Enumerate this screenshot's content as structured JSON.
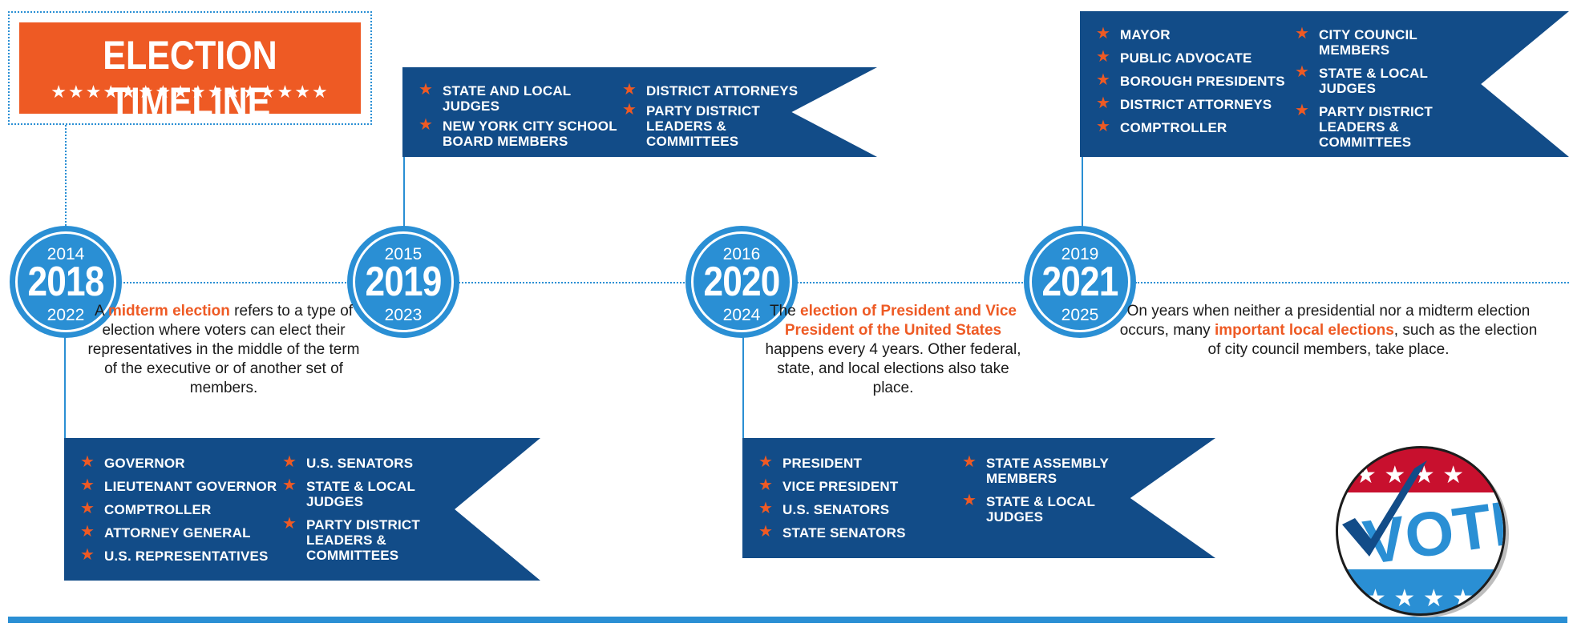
{
  "title": {
    "text": "ELECTION TIMELINE",
    "stars": "★★★★★★★★★★★★★★★★"
  },
  "circles": [
    {
      "top": "2014",
      "main": "2018",
      "bottom": "2022"
    },
    {
      "top": "2015",
      "main": "2019",
      "bottom": "2023"
    },
    {
      "top": "2016",
      "main": "2020",
      "bottom": "2024"
    },
    {
      "top": "2019",
      "main": "2021",
      "bottom": "2025"
    }
  ],
  "banners": {
    "b2018": {
      "col1": [
        "GOVERNOR",
        "LIEUTENANT GOVERNOR",
        "COMPTROLLER",
        "ATTORNEY GENERAL",
        "U.S. REPRESENTATIVES"
      ],
      "col2": [
        "U.S. SENATORS",
        "STATE & LOCAL JUDGES",
        "PARTY DISTRICT LEADERS & COMMITTEES"
      ]
    },
    "b2019": {
      "col1": [
        "STATE AND LOCAL JUDGES",
        "NEW YORK CITY SCHOOL BOARD MEMBERS"
      ],
      "col2": [
        "DISTRICT ATTORNEYS",
        "PARTY DISTRICT LEADERS & COMMITTEES"
      ]
    },
    "b2020": {
      "col1": [
        "PRESIDENT",
        "VICE PRESIDENT",
        "U.S. SENATORS",
        "STATE SENATORS"
      ],
      "col2": [
        "STATE ASSEMBLY MEMBERS",
        "STATE & LOCAL JUDGES"
      ]
    },
    "b2021": {
      "col1": [
        "MAYOR",
        "PUBLIC ADVOCATE",
        "BOROUGH PRESIDENTS",
        "DISTRICT ATTORNEYS",
        "COMPTROLLER"
      ],
      "col2": [
        "CITY COUNCIL MEMBERS",
        "STATE & LOCAL JUDGES",
        "PARTY DISTRICT LEADERS & COMMITTEES"
      ]
    }
  },
  "descriptions": {
    "d2018": {
      "pre": "A ",
      "hl": "midterm election",
      "post": " refers to a type of election where voters can elect their representatives in the middle of the term of the executive or of another set of members."
    },
    "d2020": {
      "pre": "The ",
      "hl": "election of President and Vice President of the United States",
      "post": " happens every 4 years. Other federal, state, and local elections also take place."
    },
    "d2021": {
      "pre": "On years when neither a presidential nor a midterm election occurs, many ",
      "hl": "important local elections",
      "post": ", such as the election of city council members, take place."
    }
  },
  "badge": {
    "text": "VOTE"
  },
  "colors": {
    "orange": "#ee5a24",
    "navy": "#124c88",
    "blue": "#2a8fd4",
    "red": "#c8102e"
  }
}
